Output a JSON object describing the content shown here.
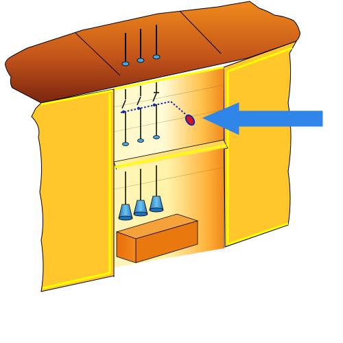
{
  "diagram": {
    "type": "switchgear-cubicle-illustration",
    "labels": [],
    "colors": {
      "background": "#ffffff",
      "panel_fill": "#ffc72c",
      "panel_outline": "#ffff00",
      "roof_dark": "#7a2410",
      "roof_light": "#f08a1a",
      "compartment_light": "#fffbd6",
      "compartment_dark": "#ef8a1c",
      "busbar_insulator": "#41a6e6",
      "breaker_block": "#ef7d12",
      "interlock_handle": "#d6101f",
      "interlock_linkage": "#0b2ab0",
      "arrow": "#2f86e8"
    },
    "icons": [
      "busbar-terminal-icon",
      "disconnect-switch-icon",
      "interlock-handle-icon",
      "arrow-icon",
      "cable-insulator-icon",
      "breaker-block-icon"
    ],
    "components": {
      "roof_feed_terminals": 3,
      "switch_poles": 3,
      "cable_insulators": 3
    }
  }
}
